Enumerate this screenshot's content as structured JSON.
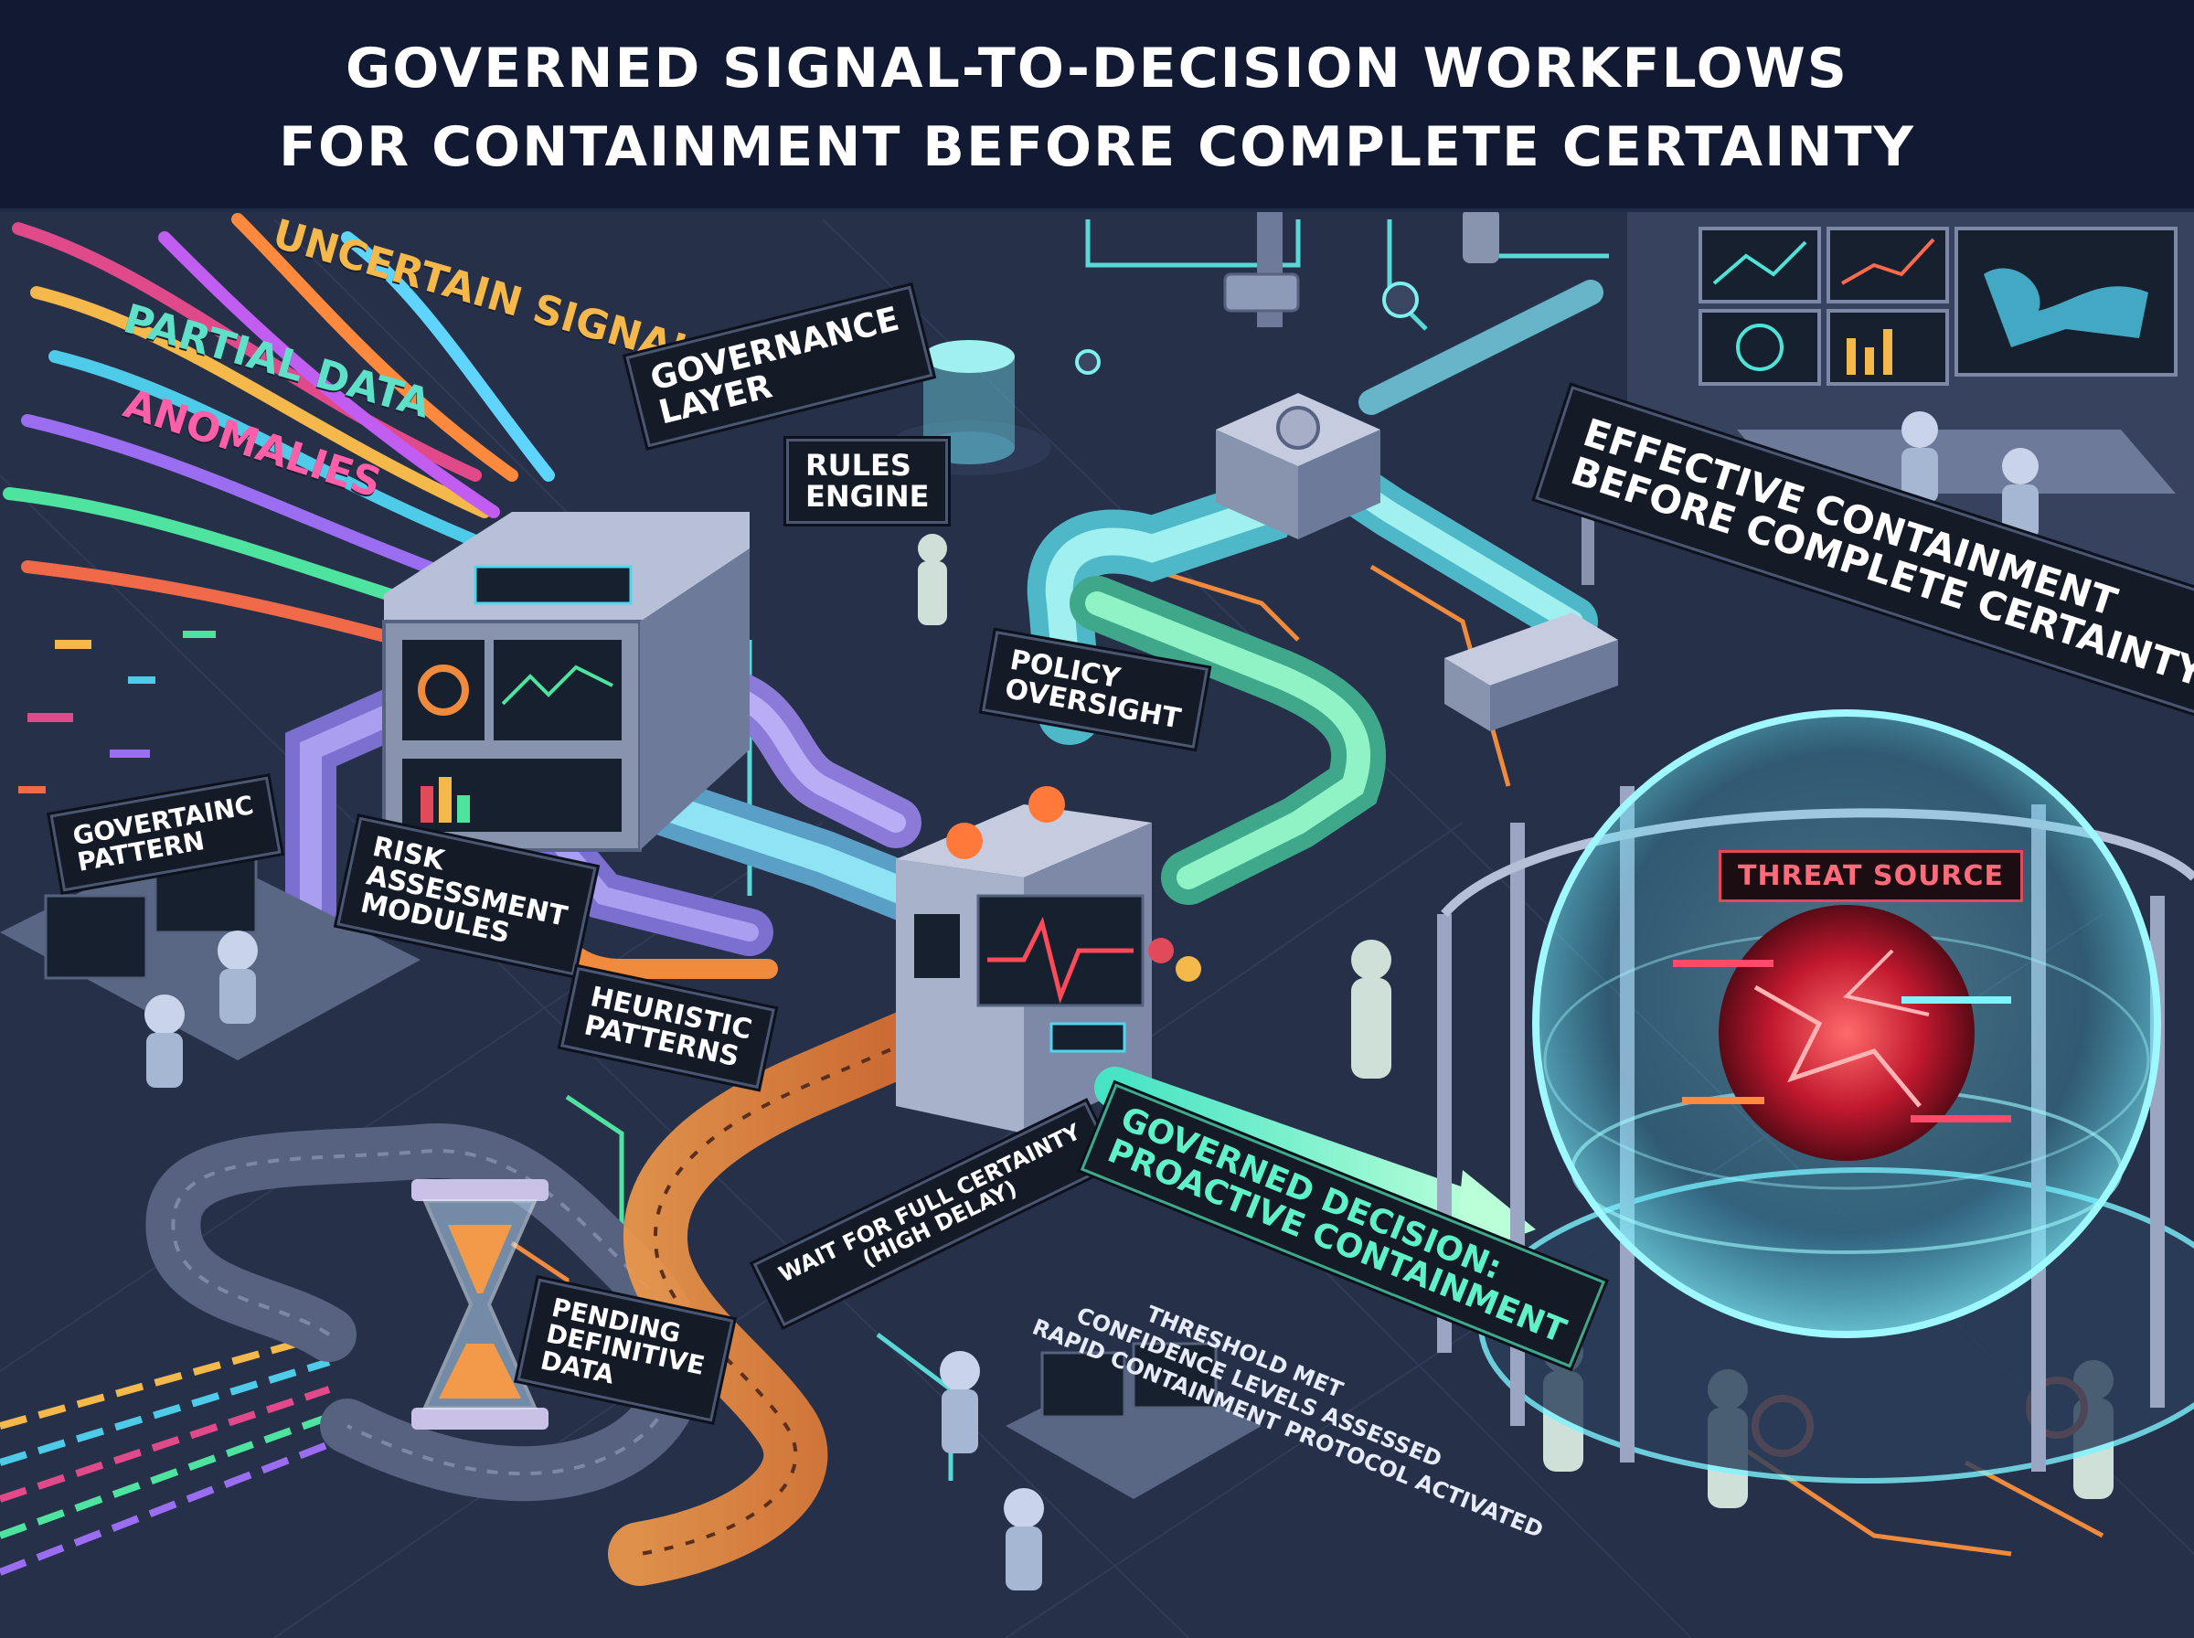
{
  "title": {
    "line1": "GOVERNED SIGNAL-TO-DECISION WORKFLOWS",
    "line2": "FOR CONTAINMENT BEFORE COMPLETE CERTAINTY"
  },
  "signals": {
    "uncertain": "UNCERTAIN SIGNALS",
    "partial": "PARTIAL DATA",
    "anomalies": "ANOMALIES"
  },
  "labels": {
    "governance_layer": [
      "GOVERNANCE",
      "LAYER"
    ],
    "rules_engine": [
      "RULES",
      "ENGINE"
    ],
    "governtainc_pattern": [
      "GOVERTAINC",
      "PATTERN"
    ],
    "risk_modules": [
      "RISK",
      "ASSESSMENT",
      "MODULES"
    ],
    "heuristic_patterns": [
      "HEURISTIC",
      "PATTERNS"
    ],
    "policy_oversight": [
      "POLICY",
      "OVERSIGHT"
    ],
    "pending_data": [
      "PENDING",
      "DEFINITIVE",
      "DATA"
    ],
    "wait_certainty": [
      "WAIT FOR FULL CERTAINTY",
      "(HIGH DELAY)"
    ],
    "governed_decision": [
      "GOVERNED DECISION:",
      "PROACTIVE CONTAINMENT"
    ],
    "decision_details": [
      "THRESHOLD MET",
      "CONFIDENCE LEVELS ASSESSED",
      "RAPID CONTAINMENT PROTOCOL ACTIVATED"
    ],
    "effective_containment": [
      "EFFECTIVE CONTAINMENT",
      "BEFORE COMPLETE CERTAINTY"
    ],
    "threat_source": "THREAT SOURCE"
  },
  "colors": {
    "background": "#263049",
    "title_bar": "#121a33",
    "pipe_cyan": "#6fe3e0",
    "pipe_purple": "#9d8fe0",
    "path_orange": "#f08a3c",
    "path_green": "#5ff2a8",
    "threat_red": "#e8304a",
    "dome_glow": "#7ff4ff"
  }
}
